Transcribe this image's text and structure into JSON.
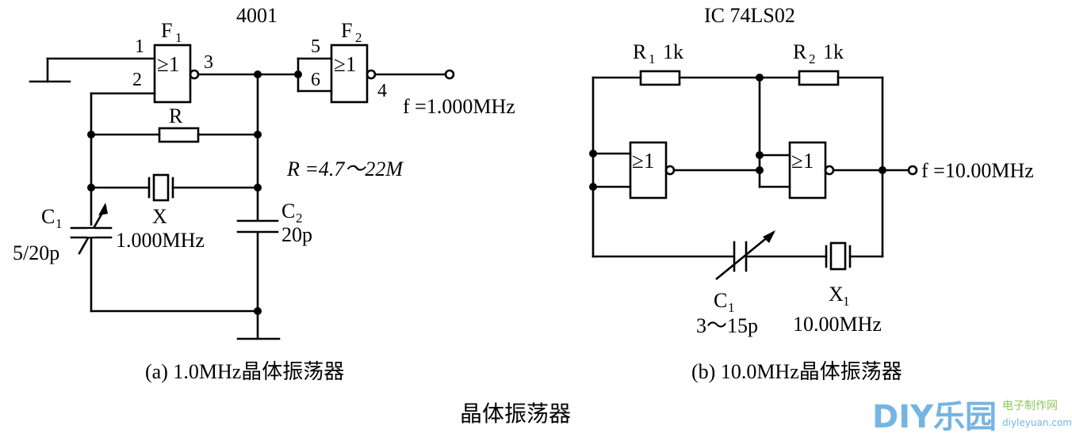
{
  "left": {
    "chip": "4001",
    "gate1": {
      "letter": "F",
      "sub": "1",
      "symbol": "≥1",
      "pins": [
        "1",
        "2",
        "3"
      ]
    },
    "gate2": {
      "letter": "F",
      "sub": "2",
      "symbol": "≥1",
      "pins": [
        "5",
        "6",
        "4"
      ]
    },
    "freq_label": "f =1.000MHz",
    "resistor": "R",
    "resistor_range": "R =4.7～22M",
    "crystal": "X",
    "crystal_freq": "1.000MHz",
    "c1": {
      "letter": "C",
      "sub": "1",
      "value": "5/20p"
    },
    "c2": {
      "letter": "C",
      "sub": "2",
      "value": "20p"
    },
    "caption": "(a) 1.0MHz晶体振荡器"
  },
  "right": {
    "chip": "IC 74LS02",
    "r1": {
      "letter": "R",
      "sub": "1",
      "value": "1k"
    },
    "r2": {
      "letter": "R",
      "sub": "2",
      "value": "1k"
    },
    "gate_symbol": "≥1",
    "freq_label": "f =10.00MHz",
    "c1": {
      "letter": "C",
      "sub": "1",
      "value": "3～15p"
    },
    "x1": {
      "letter": "X",
      "sub": "1",
      "value": "10.00MHz"
    },
    "caption": "(b) 10.0MHz晶体振荡器"
  },
  "title": "晶体振荡器",
  "watermark": {
    "brand": "DIY乐园",
    "site": "电子制作网",
    "url": "diyleyuan.com"
  },
  "colors": {
    "ink": "#000000",
    "watermark_blue": "#5fa8e0",
    "watermark_green": "#79c043"
  }
}
